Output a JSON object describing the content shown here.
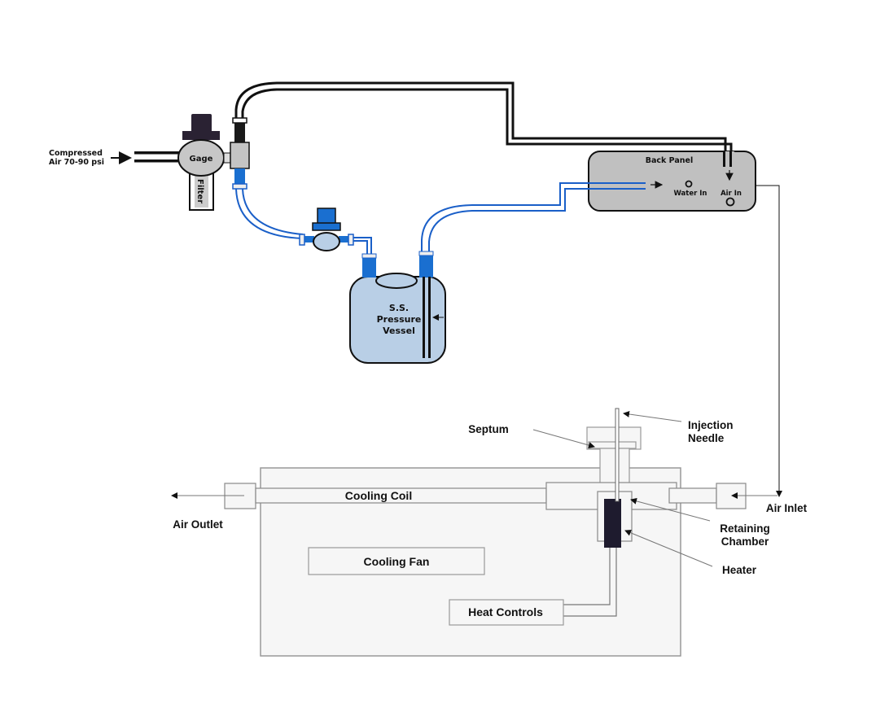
{
  "upper": {
    "compressed_air_line1": "Compressed",
    "compressed_air_line2": "Air 70-90 psi",
    "gage": "Gage",
    "filter": "Filter",
    "vessel_line1": "S.S.",
    "vessel_line2": "Pressure",
    "vessel_line3": "Vessel",
    "back_panel": "Back Panel",
    "water_in": "Water In",
    "air_in": "Air In"
  },
  "lower": {
    "septum": "Septum",
    "injection_needle_line1": "Injection",
    "injection_needle_line2": "Needle",
    "cooling_coil": "Cooling Coil",
    "air_outlet": "Air Outlet",
    "air_inlet": "Air Inlet",
    "retaining_chamber_line1": "Retaining",
    "retaining_chamber_line2": "Chamber",
    "heater": "Heater",
    "cooling_fan": "Cooling Fan",
    "heat_controls": "Heat Controls"
  },
  "colors": {
    "blue_tube": "#1a5fc8",
    "vessel_fill": "#b9cfe6",
    "panel_fill": "#c0c0c0",
    "knob_dark": "#2a2233"
  }
}
